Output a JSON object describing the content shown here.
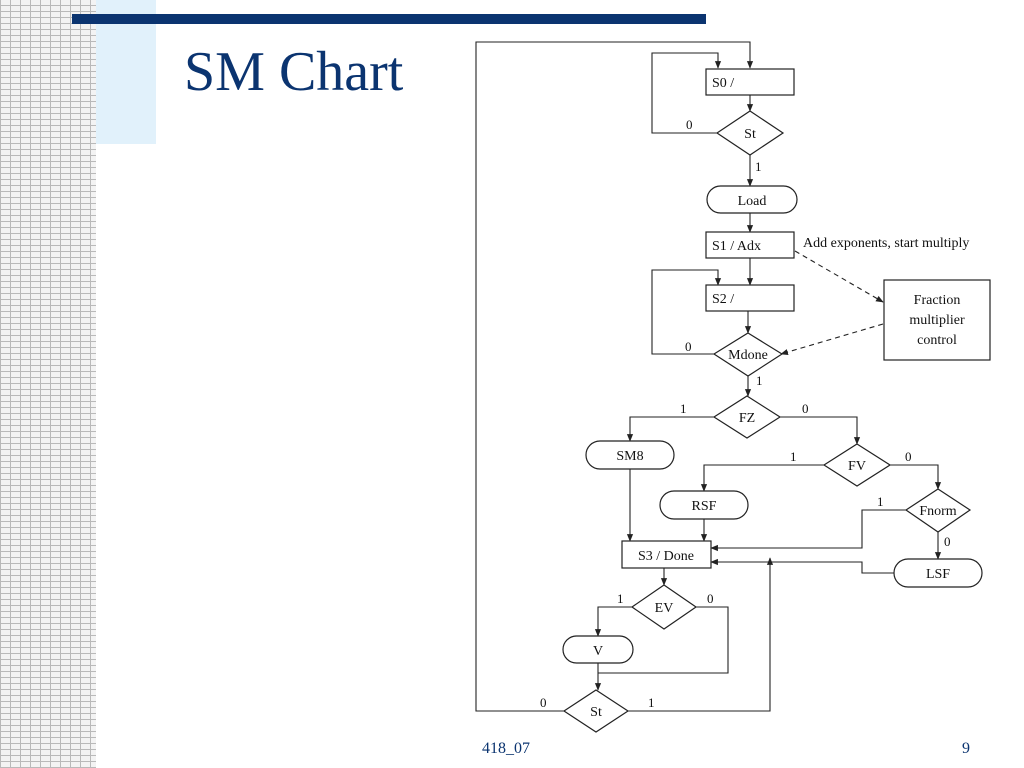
{
  "slide": {
    "title": "SM Chart",
    "footer_left": "418_07",
    "page_number": "9"
  },
  "diagram": {
    "states": {
      "s0": "S0 /",
      "s1": "S1 / Adx",
      "s2": "S2 /",
      "s3": "S3 / Done"
    },
    "decisions": {
      "st_top": "St",
      "mdone": "Mdone",
      "fz": "FZ",
      "fv": "FV",
      "fnorm": "Fnorm",
      "ev": "EV",
      "st_bottom": "St"
    },
    "outputs": {
      "load": "Load",
      "sm8": "SM8",
      "rsf": "RSF",
      "lsf": "LSF",
      "v": "V"
    },
    "annotations": {
      "add_exponents": "Add exponents, start multiply",
      "fraction_control": [
        "Fraction",
        "multiplier",
        "control"
      ]
    },
    "branch_labels": {
      "st_top_0": "0",
      "st_top_1": "1",
      "mdone_0": "0",
      "mdone_1": "1",
      "fz_1": "1",
      "fz_0": "0",
      "fv_1": "1",
      "fv_0": "0",
      "fnorm_1": "1",
      "fnorm_0": "0",
      "ev_1": "1",
      "ev_0": "0",
      "st_bottom_0": "0",
      "st_bottom_1": "1"
    }
  }
}
